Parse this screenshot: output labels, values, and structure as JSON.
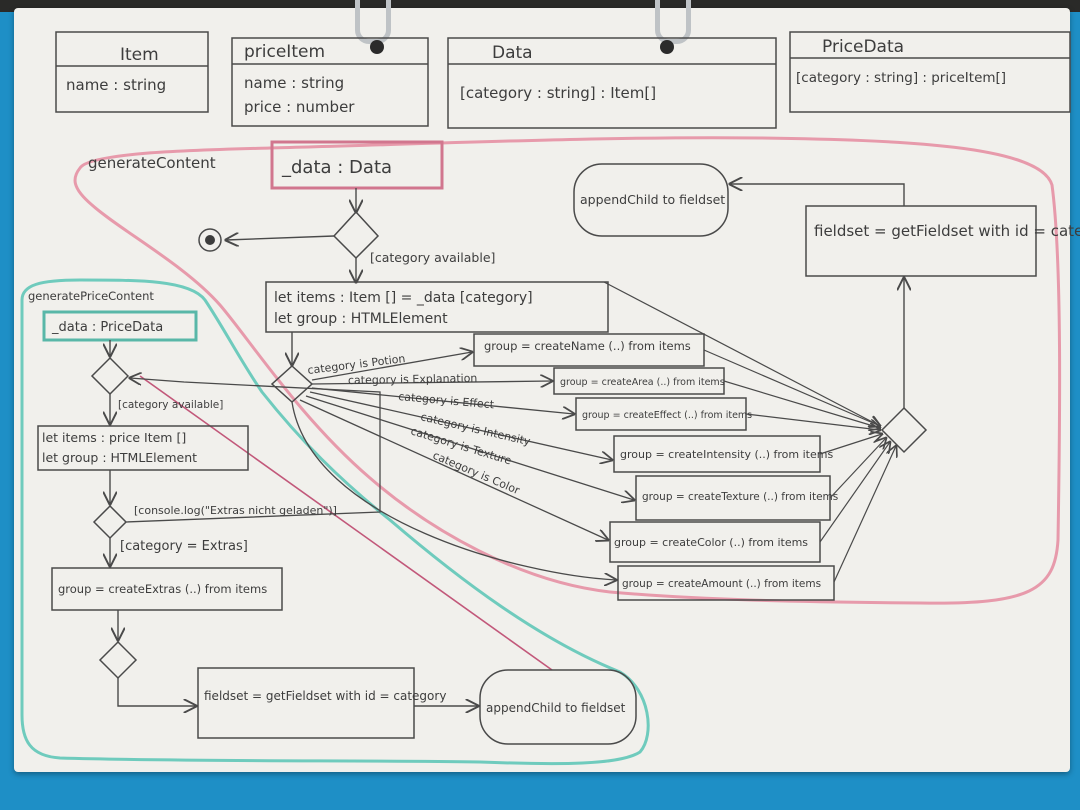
{
  "class_boxes": [
    {
      "name": "Item",
      "attrs": [
        "name : string"
      ]
    },
    {
      "name": "priceItem",
      "attrs": [
        "name : string",
        "price : number"
      ]
    },
    {
      "name": "Data",
      "attrs": [
        "[category : string] : Item[]"
      ]
    },
    {
      "name": "PriceData",
      "attrs": [
        "[category : string] : priceItem[]"
      ]
    }
  ],
  "main": {
    "activity_label": "generateContent",
    "param": "_data : Data",
    "guard_available": "[category available]",
    "let_items": "let items : Item [] = _data [category]",
    "let_group": "let group : HTMLElement",
    "branches": [
      {
        "guard": "category is Potion",
        "action": "group = createName (..) from items"
      },
      {
        "guard": "category is Explanation",
        "action": "group = createArea (..) from items"
      },
      {
        "guard": "category is Effect",
        "action": "group = createEffect (..) from items"
      },
      {
        "guard": "category is Intensity",
        "action": "group = createIntensity (..) from items"
      },
      {
        "guard": "category is Texture",
        "action": "group = createTexture (..) from items"
      },
      {
        "guard": "category is Color",
        "action": "group = createColor (..) from items"
      },
      {
        "guard": "",
        "action": "group = createAmount (..) from items"
      }
    ],
    "fieldset_action": "fieldset = getFieldset with id = category",
    "append_action": "appendChild to fieldset"
  },
  "price": {
    "activity_label": "generatePriceContent",
    "param": "_data : PriceData",
    "guard_available": "[category available]",
    "let_items": "let items : price Item []",
    "let_group": "let group : HTMLElement",
    "guard_console": "[console.log(\"Extras nicht geladen\")]",
    "guard_extras": "[category = Extras]",
    "extras_action": "group = createExtras (..) from items",
    "fieldset_action": "fieldset = getFieldset with id = category",
    "append_action": "appendChild to fieldset"
  },
  "colors": {
    "paper": "#f1f0ec",
    "pink": "#e79aab",
    "teal": "#6fcbbd",
    "ink": "#4a4a4a",
    "background": "#1e8fc6"
  }
}
